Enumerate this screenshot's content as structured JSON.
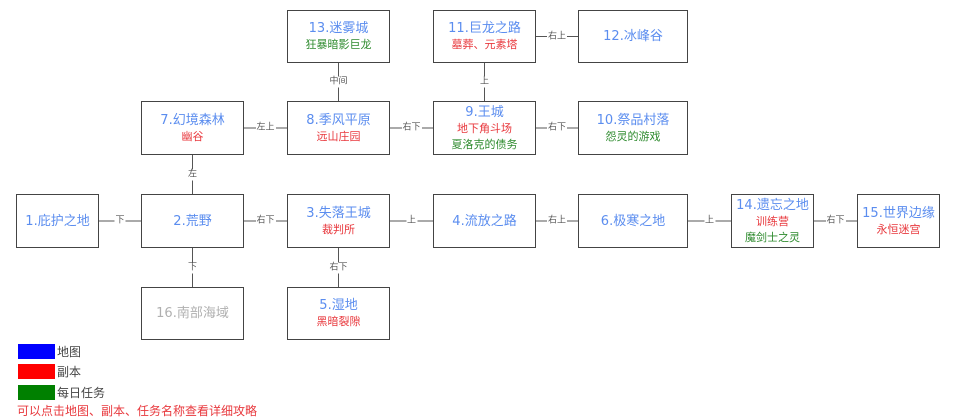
{
  "colors": {
    "map": "#5b8def",
    "dungeon": "#e8383d",
    "daily": "#2e8b2e",
    "disabled": "#b0b0b0",
    "legend_map": "#0000ff",
    "legend_dungeon": "#ff0000",
    "legend_daily": "#008000"
  },
  "nodes": [
    {
      "id": "1",
      "title": "1.庇护之地",
      "dungeons": [],
      "dailies": []
    },
    {
      "id": "2",
      "title": "2.荒野",
      "dungeons": [],
      "dailies": []
    },
    {
      "id": "3",
      "title": "3.失落王城",
      "dungeons": [
        "裁判所"
      ],
      "dailies": []
    },
    {
      "id": "4",
      "title": "4.流放之路",
      "dungeons": [],
      "dailies": []
    },
    {
      "id": "5",
      "title": "5.湿地",
      "dungeons": [
        "黑暗裂隙"
      ],
      "dailies": []
    },
    {
      "id": "6",
      "title": "6.极寒之地",
      "dungeons": [],
      "dailies": []
    },
    {
      "id": "7",
      "title": "7.幻境森林",
      "dungeons": [
        "幽谷"
      ],
      "dailies": []
    },
    {
      "id": "8",
      "title": "8.季风平原",
      "dungeons": [
        "远山庄园"
      ],
      "dailies": []
    },
    {
      "id": "9",
      "title": "9.王城",
      "dungeons": [
        "地下角斗场"
      ],
      "dailies": [
        "夏洛克的债务"
      ]
    },
    {
      "id": "10",
      "title": "10.祭品村落",
      "dungeons": [],
      "dailies": [
        "怨灵的游戏"
      ]
    },
    {
      "id": "11",
      "title": "11.巨龙之路",
      "dungeons": [
        "墓葬、元素塔"
      ],
      "dailies": []
    },
    {
      "id": "12",
      "title": "12.冰峰谷",
      "dungeons": [],
      "dailies": []
    },
    {
      "id": "13",
      "title": "13.迷雾城",
      "dungeons": [],
      "dailies": [
        "狂暴暗影巨龙"
      ]
    },
    {
      "id": "14",
      "title": "14.遗忘之地",
      "dungeons": [
        "训练营"
      ],
      "dailies": [
        "魔剑士之灵"
      ]
    },
    {
      "id": "15",
      "title": "15.世界边缘",
      "dungeons": [
        "永恒迷宫"
      ],
      "dailies": []
    },
    {
      "id": "16",
      "title": "16.南部海域",
      "dungeons": [],
      "dailies": [],
      "disabled": true
    }
  ],
  "edges": [
    {
      "from": "1",
      "to": "2",
      "label": "下"
    },
    {
      "from": "2",
      "to": "3",
      "label": "右下"
    },
    {
      "from": "3",
      "to": "4",
      "label": "上"
    },
    {
      "from": "4",
      "to": "6",
      "label": "右上"
    },
    {
      "from": "6",
      "to": "14",
      "label": "上"
    },
    {
      "from": "14",
      "to": "15",
      "label": "右下"
    },
    {
      "from": "2",
      "to": "7",
      "label": "左"
    },
    {
      "from": "7",
      "to": "8",
      "label": "左上"
    },
    {
      "from": "8",
      "to": "9",
      "label": "右下"
    },
    {
      "from": "9",
      "to": "10",
      "label": "右下"
    },
    {
      "from": "9",
      "to": "11",
      "label": "上"
    },
    {
      "from": "11",
      "to": "12",
      "label": "右上"
    },
    {
      "from": "8",
      "to": "13",
      "label": "中间"
    },
    {
      "from": "2",
      "to": "16",
      "label": "下"
    },
    {
      "from": "3",
      "to": "5",
      "label": "右下"
    }
  ],
  "legend": [
    {
      "label": "地图",
      "color_key": "legend_map"
    },
    {
      "label": "副本",
      "color_key": "legend_dungeon"
    },
    {
      "label": "每日任务",
      "color_key": "legend_daily"
    }
  ],
  "note": "可以点击地图、副本、任务名称查看详细攻略"
}
